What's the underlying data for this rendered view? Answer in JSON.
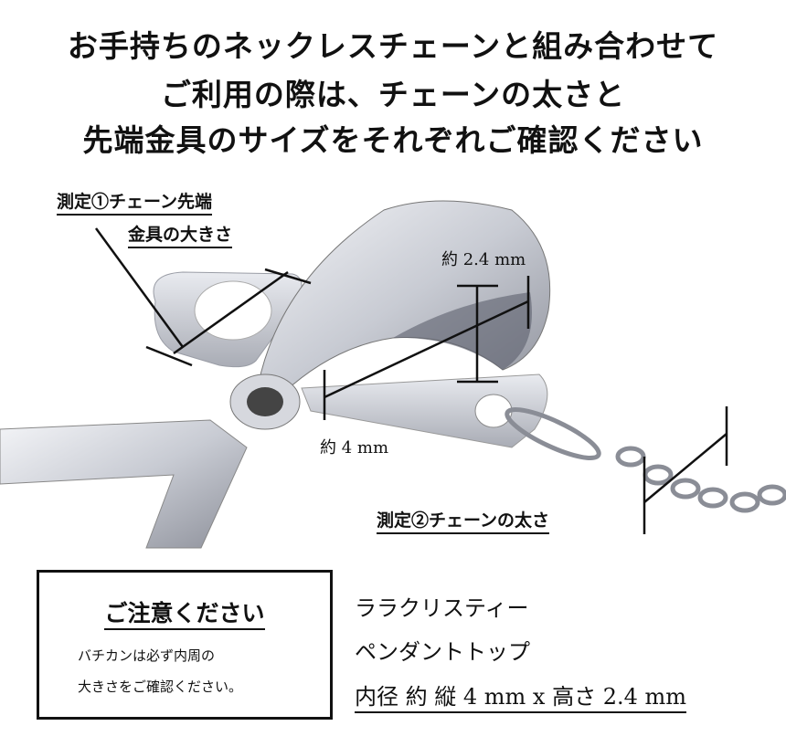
{
  "headline": {
    "line1": "お手持ちのネックレスチェーンと組み合わせて",
    "line2": "ご利用の際は、チェーンの太さと",
    "line3": "先端金具のサイズをそれぞれご確認ください"
  },
  "diagram": {
    "measure1_line1": "測定①チェーン先端",
    "measure1_line2": "金具の大きさ",
    "height_label": "約 2.4 mm",
    "width_label": "約 4 mm",
    "measure2": "測定②チェーンの太さ"
  },
  "notice": {
    "title": "ご注意ください",
    "line1": "バチカンは必ず内周の",
    "line2": "大きさをご確認ください。"
  },
  "spec": {
    "brand": "ララクリスティー",
    "product": "ペンダントトップ",
    "size": "内径 約 縦 4 mm x 高さ 2.4 mm"
  }
}
